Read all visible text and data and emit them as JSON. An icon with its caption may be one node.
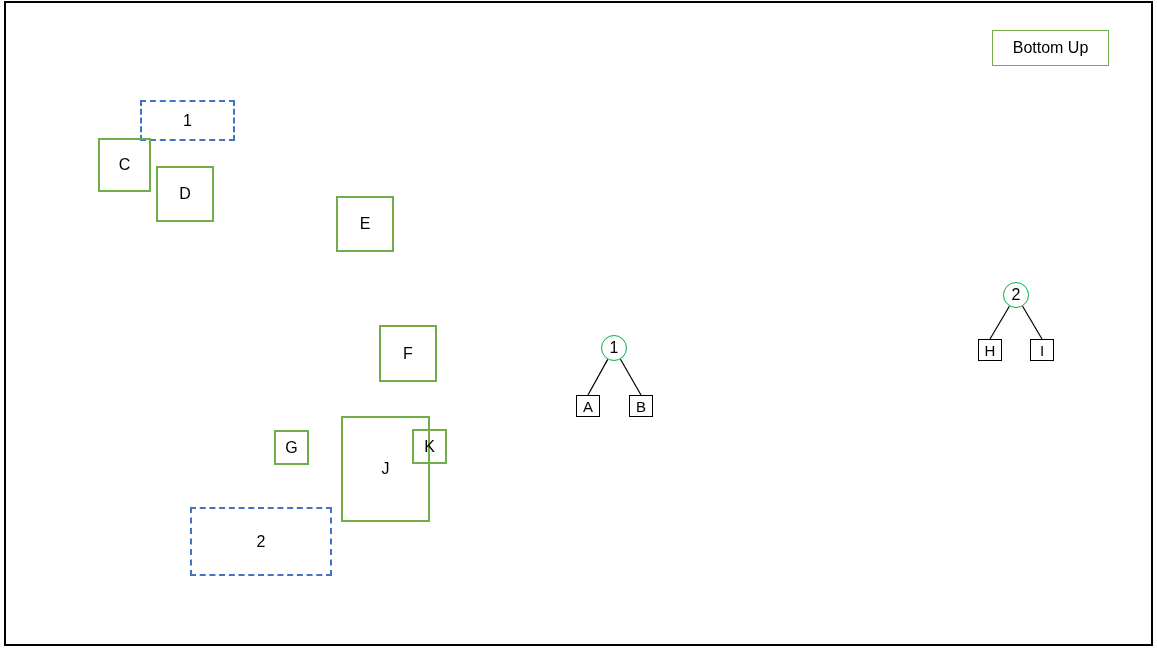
{
  "diagram": {
    "nodes": [
      {
        "text": [
          "Bottom Up"
        ]
      },
      {
        "text": [
          "1"
        ]
      },
      {
        "text": [
          "C"
        ]
      },
      {
        "text": [
          "D"
        ]
      },
      {
        "text": [
          "E"
        ]
      },
      {
        "text": [
          "2"
        ]
      },
      {
        "text": [
          "H"
        ]
      },
      {
        "text": [
          "I"
        ]
      },
      {
        "text": [
          "F"
        ]
      },
      {
        "text": [
          "1"
        ]
      },
      {
        "text": [
          "A"
        ]
      },
      {
        "text": [
          "B"
        ]
      },
      {
        "text": [
          "G"
        ]
      },
      {
        "text": [
          "K"
        ]
      },
      {
        "text": [
          "J"
        ]
      },
      {
        "text": [
          "2"
        ]
      }
    ],
    "edges": [
      {
        "from": 5,
        "to": 6,
        "arrow": "none"
      },
      {
        "from": 5,
        "to": 7,
        "arrow": "none"
      },
      {
        "from": 9,
        "to": 10,
        "arrow": "none"
      },
      {
        "from": 9,
        "to": 11,
        "arrow": "none"
      }
    ]
  }
}
